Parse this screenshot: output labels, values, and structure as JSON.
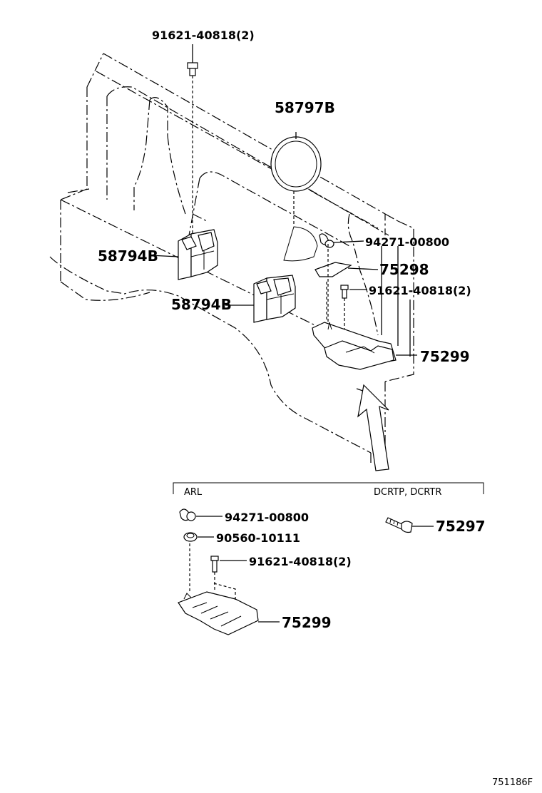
{
  "parts": {
    "bolt_top": "91621-40818(2)",
    "ring_cover": "58797B",
    "bracket_left": "58794B",
    "bracket_center": "58794B",
    "wing_nut": "94271-00800",
    "plate_75298": "75298",
    "bolt_right": "91621-40818(2)",
    "carrier_75299": "75299"
  },
  "inset": {
    "group_left": "ARL",
    "group_right": "DCRTP, DCRTR",
    "wing_nut": "94271-00800",
    "washer": "90560-10111",
    "bolt": "91621-40818(2)",
    "carrier": "75299",
    "screw_75297": "75297"
  },
  "figure_code": "751186F"
}
